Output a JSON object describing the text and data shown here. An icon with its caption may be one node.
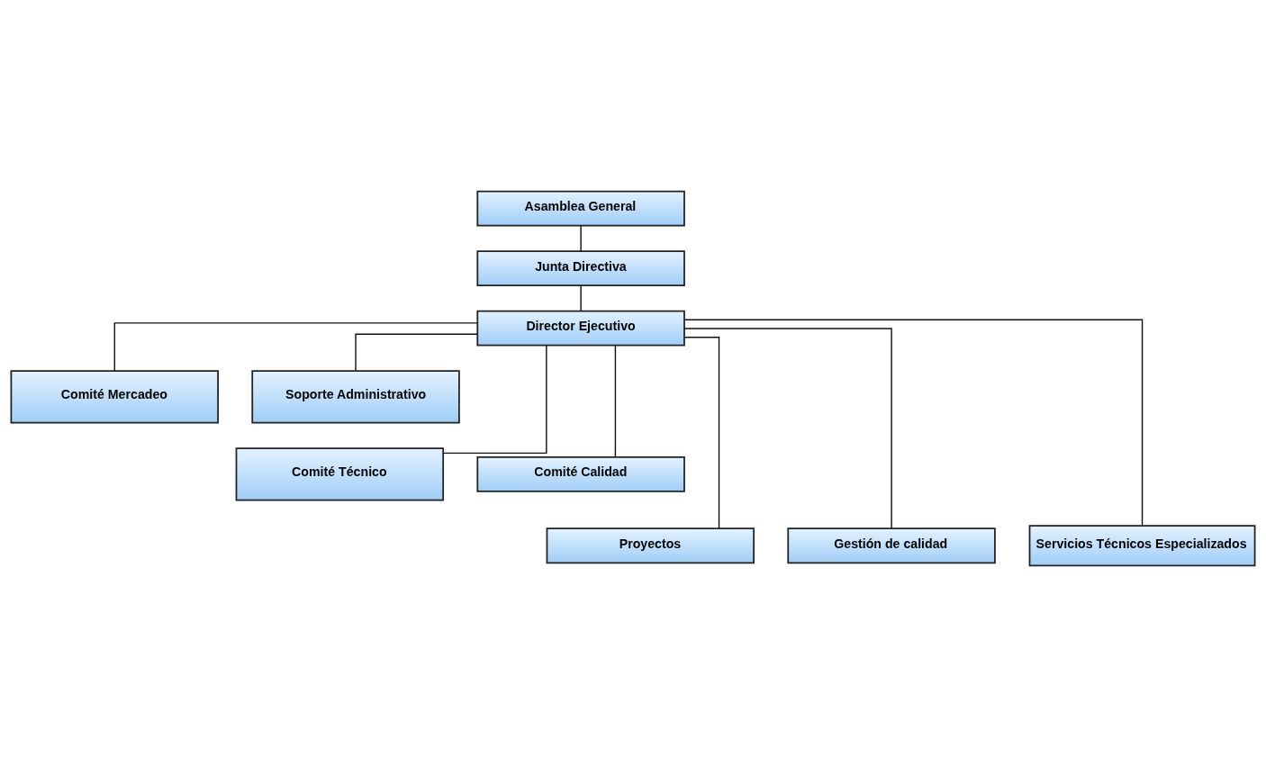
{
  "diagram": {
    "nodes": [
      {
        "text": [
          "Asamblea General"
        ]
      },
      {
        "text": [
          "Junta Directiva"
        ]
      },
      {
        "text": [
          "Director Ejecutivo"
        ]
      },
      {
        "text": [
          "Comité Mercadeo"
        ]
      },
      {
        "text": [
          "Soporte Administrativo"
        ]
      },
      {
        "text": [
          "Comité Técnico"
        ]
      },
      {
        "text": [
          "Comité Calidad"
        ]
      },
      {
        "text": [
          "Proyectos"
        ]
      },
      {
        "text": [
          "Gestión de calidad"
        ]
      },
      {
        "text": [
          "Servicios Técnicos Especializados"
        ]
      }
    ],
    "edges": [
      {
        "from": 0,
        "to": 1,
        "arrow": "none"
      },
      {
        "from": 1,
        "to": 2,
        "arrow": "none"
      },
      {
        "from": 2,
        "to": 3,
        "arrow": "none"
      },
      {
        "from": 2,
        "to": 4,
        "arrow": "none"
      },
      {
        "from": 2,
        "to": 5,
        "arrow": "none"
      },
      {
        "from": 2,
        "to": 6,
        "arrow": "none"
      },
      {
        "from": 2,
        "to": 7,
        "arrow": "none"
      },
      {
        "from": 2,
        "to": 8,
        "arrow": "none"
      },
      {
        "from": 2,
        "to": 9,
        "arrow": "none"
      }
    ]
  }
}
